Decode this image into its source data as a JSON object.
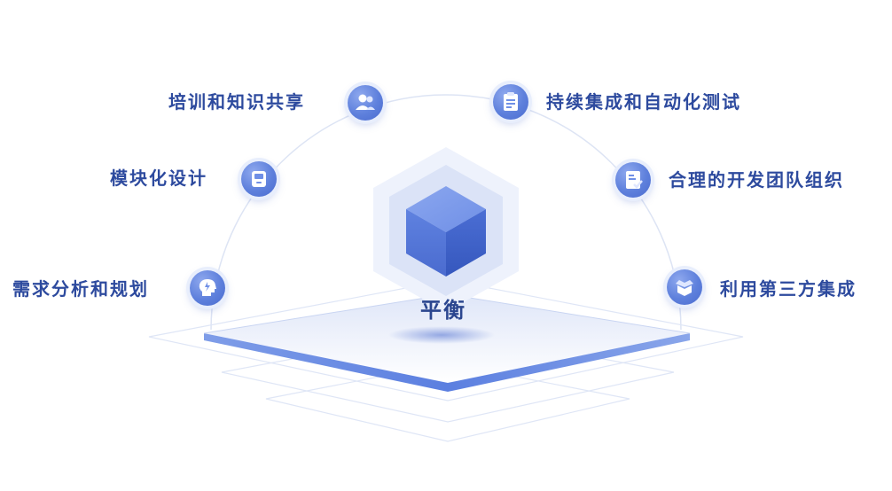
{
  "diagram": {
    "center": {
      "label": "平衡",
      "icon": "cube-icon"
    },
    "left_items": [
      {
        "label": "培训和知识共享",
        "icon": "users-icon"
      },
      {
        "label": "模块化设计",
        "icon": "module-icon"
      },
      {
        "label": "需求分析和规划",
        "icon": "head-idea-icon"
      }
    ],
    "right_items": [
      {
        "label": "持续集成和自动化测试",
        "icon": "clipboard-icon"
      },
      {
        "label": "合理的开发团队组织",
        "icon": "checklist-icon"
      },
      {
        "label": "利用第三方集成",
        "icon": "box-icon"
      }
    ]
  },
  "colors": {
    "accent": "#4a6bcf",
    "label_text": "#2d4a9e",
    "platform_edge": "#5b7fe0",
    "arc": "#dde4f4"
  }
}
